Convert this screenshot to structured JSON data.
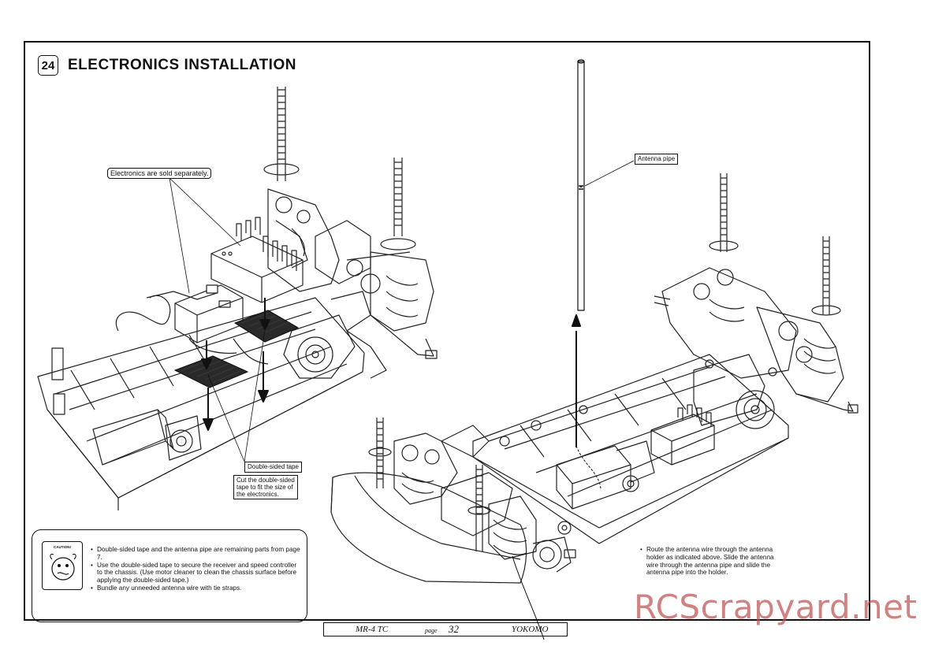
{
  "header": {
    "step_number": "24",
    "title": "ELECTRONICS INSTALLATION"
  },
  "callouts": {
    "electronics_sold_separately": "Electronics are sold separately.",
    "antenna_pipe": "Antenna pipe",
    "double_sided_tape": "Double-sided tape",
    "cut_tape_instruction": [
      "Cut  the  double-sided",
      "tape  to  fit  the  size  of",
      "the electronics."
    ]
  },
  "caution": {
    "icon_label": "CAUTION!",
    "notes": [
      "Double-sided tape and the antenna pipe are remaining parts from page 7.",
      "Use the double-sided tape to secure the receiver and speed controller to the chassis.  (Use motor cleaner to clean the chassis surface before applying the double-sided tape.)",
      "Bundle any unneeded antenna wire with tie straps."
    ]
  },
  "route_note": "Route  the  antenna  wire  through  the antenna holder as indicated above.  Slide the antenna wire through the antenna pipe and slide the antenna pipe into the holder.",
  "footer": {
    "model": "MR-4 TC",
    "page_label": "page",
    "page_number": "32",
    "brand": "YOKOMO"
  },
  "watermark": "RCScrapyard.net",
  "icons": [
    "caution-face-icon",
    "down-arrow-icon",
    "up-arrow-icon"
  ]
}
